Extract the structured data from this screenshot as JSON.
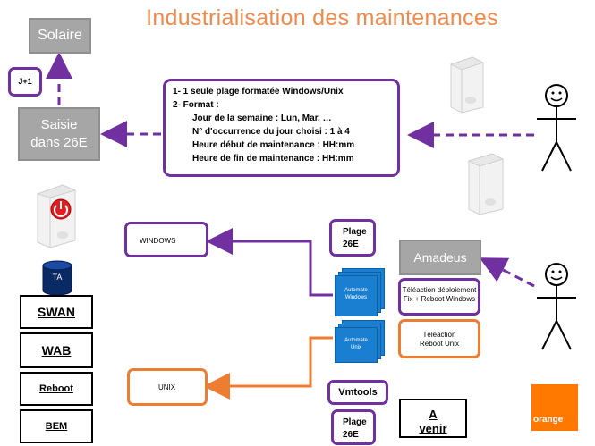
{
  "title": "Industrialisation des maintenances",
  "nodes": {
    "solaire": "Solaire",
    "j1": "J+1",
    "saisie_line1": "Saisie",
    "saisie_line2": "dans 26E",
    "spec": {
      "line1": "1- 1 seule plage formatée Windows/Unix",
      "line2": "2- Format :",
      "line3": "Jour de la semaine : Lun, Mar, …",
      "line4": "N° d'occurrence du jour choisi : 1 à 4",
      "line5": "Heure début de maintenance  : HH:mm",
      "line6": "Heure de fin de maintenance  :  HH:mm"
    },
    "windows": "WINDOWS",
    "unix": "UNIX",
    "plage_top_1": "Plage",
    "plage_top_2": "26E",
    "plage_bottom_1": "Plage",
    "plage_bottom_2": "26E",
    "amadeus": "Amadeus",
    "automate_windows_1": "Automate",
    "automate_windows_2": "Windows",
    "automate_unix_1": "Automate",
    "automate_unix_2": "Unix",
    "teleaction_win": "Téléaction déploiement Fix + Reboot Windows",
    "teleaction_unix": "Téléaction Reboot Unix",
    "vmtools": "Vmtools",
    "a_venir_1": "A",
    "a_venir_2": "venir",
    "ta": "TA",
    "stack": [
      "SWAN",
      "WAB",
      "Reboot",
      "BEM"
    ],
    "orange_logo": "orange"
  },
  "colors": {
    "purple": "#7030a0",
    "orange": "#ed7d31",
    "grey": "#a6a6a6",
    "title": "#f08a4b"
  }
}
